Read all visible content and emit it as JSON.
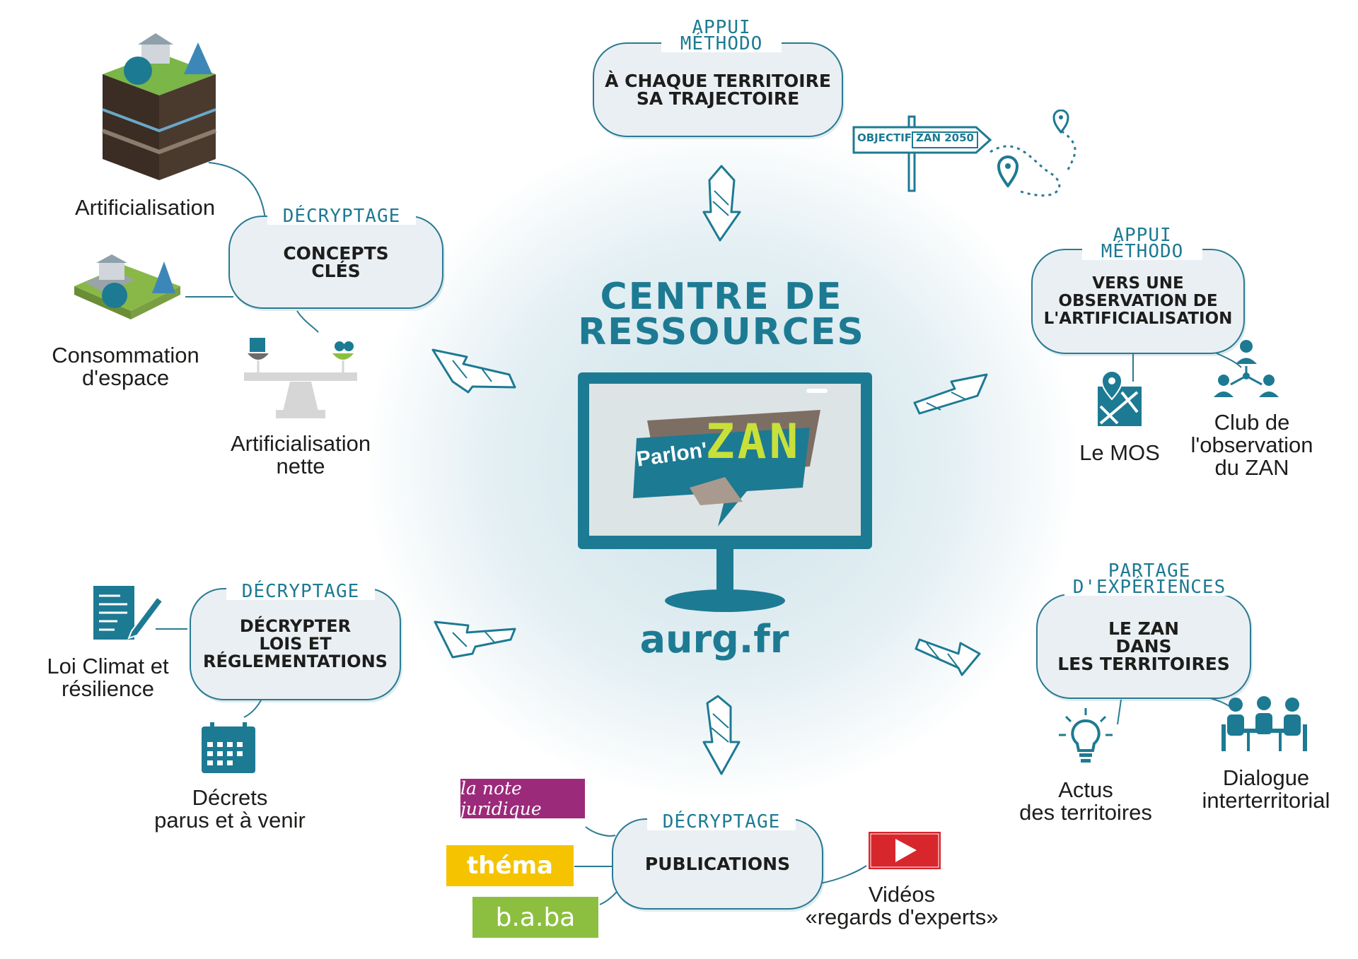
{
  "center": {
    "title": "CENTRE DE\nRESSOURCES",
    "url": "aurg.fr",
    "logo_prefix": "Parlon'",
    "logo_main": "ZAN"
  },
  "bubbles": {
    "top": {
      "tag": "APPUI\nMÉTHODO",
      "text": "À CHAQUE TERRITOIRE\nSA TRAJECTOIRE"
    },
    "right_top": {
      "tag": "APPUI\nMÉTHODO",
      "text": "VERS UNE\nOBSERVATION DE\nL'ARTIFICIALISATION"
    },
    "right_bottom": {
      "tag": "PARTAGE\nD'EXPÉRIENCES",
      "text": "LE ZAN\nDANS\nLES TERRITOIRES"
    },
    "bottom": {
      "tag": "DÉCRYPTAGE",
      "text": "PUBLICATIONS"
    },
    "left_bottom": {
      "tag": "DÉCRYPTAGE",
      "text": "DÉCRYPTER\nLOIS ET\nRÉGLEMENTATIONS"
    },
    "left_top": {
      "tag": "DÉCRYPTAGE",
      "text": "CONCEPTS\nCLÉS"
    }
  },
  "signpost": {
    "left": "OBJECTIF",
    "right": "ZAN 2050"
  },
  "labels": {
    "artificialisation": "Artificialisation",
    "consommation": "Consommation\nd'espace",
    "artif_nette": "Artificialisation\nnette",
    "mos": "Le MOS",
    "club": "Club de\nl'observation\ndu ZAN",
    "actus": "Actus\ndes territoires",
    "dialogue": "Dialogue\ninterterritorial",
    "videos": "Vidéos\n«regards d'experts»",
    "loi": "Loi Climat et\nrésilience",
    "decrets": "Décrets\nparus et à venir"
  },
  "publications": {
    "note": "la note juridique",
    "thema": "théma",
    "baba": "b.a.ba"
  },
  "colors": {
    "teal": "#1d7a93",
    "bubble_bg": "#e9eff3",
    "note_bg": "#9c2a7a",
    "thema_bg": "#f5c300",
    "baba_bg": "#8cbf3f",
    "video_red": "#d7262c",
    "logo_green": "#c8e03a"
  }
}
